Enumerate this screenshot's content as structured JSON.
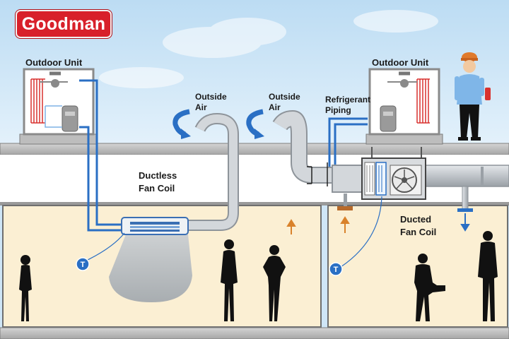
{
  "brand": {
    "name": "Goodman",
    "color": "#d8202a"
  },
  "labels": {
    "outdoor_left": "Outdoor Unit",
    "outdoor_right": "Outdoor Unit",
    "outside_air_1": "Outside\nAir",
    "outside_air_2": "Outside\nAir",
    "refrigerant": "Refrigerant\nPiping",
    "ductless": "Ductless\nFan Coil",
    "ducted": "Ducted\nFan Coil",
    "thermostat_symbol": "T"
  },
  "colors": {
    "sky": "#cfe6f7",
    "room": "#fbefd3",
    "pipe": "#2a6fc4",
    "duct": "#c9cdd2",
    "airflow_up": "#d9822b",
    "airflow_down": "#2a6fc4"
  }
}
